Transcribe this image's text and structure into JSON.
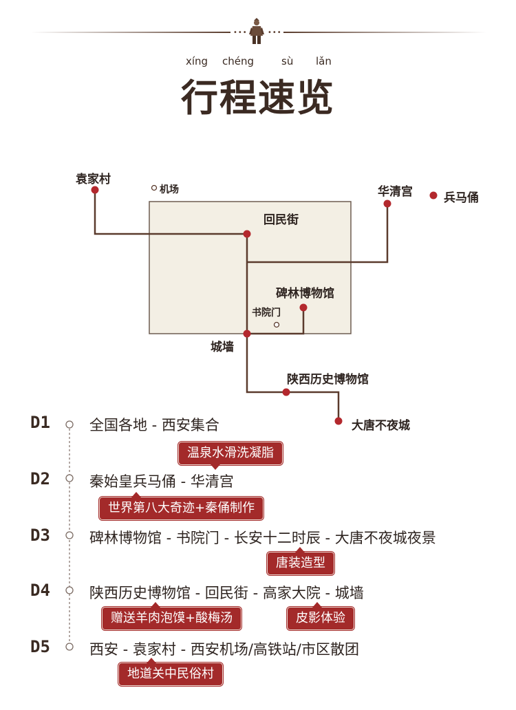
{
  "header": {
    "pinyin": [
      "xíng",
      "chéng",
      "sù",
      "lǎn"
    ],
    "title": "行程速览",
    "ornament": "•••"
  },
  "map": {
    "labels": {
      "yuanjiacun": "袁家村",
      "airport": "机场",
      "huaqinggong": "华清宫",
      "bingmayong": "兵马俑",
      "huiminjie": "回民街",
      "beilin": "碑林博物馆",
      "shuyuanmen": "书院门",
      "chengqiang": "城墙",
      "shaanxi_museum": "陕西历史博物馆",
      "datang": "大唐不夜城"
    },
    "colors": {
      "line": "#5a3a2c",
      "dot": "#b3282d",
      "box_fill": "#f3efe4",
      "box_border": "#6d5c50"
    }
  },
  "itinerary": [
    {
      "day": "D1",
      "route": "全国各地 - 西安集合",
      "tags": []
    },
    {
      "day": "D2",
      "route": "秦始皇兵马俑 - 华清宫",
      "tags": [
        "温泉水滑洗凝脂",
        "世界第八大奇迹+秦俑制作"
      ]
    },
    {
      "day": "D3",
      "route": "碑林博物馆 - 书院门 - 长安十二时辰 - 大唐不夜城夜景",
      "tags": [
        "唐装造型"
      ]
    },
    {
      "day": "D4",
      "route": "陕西历史博物馆 - 回民街 - 高家大院 - 城墙",
      "tags": [
        "赠送羊肉泡馍+酸梅汤",
        "皮影体验"
      ]
    },
    {
      "day": "D5",
      "route": "西安 - 袁家村 - 西安机场/高铁站/市区散团",
      "tags": [
        "地道关中民俗村"
      ]
    }
  ],
  "colors": {
    "accent": "#a32a2a",
    "text": "#2e2420"
  }
}
